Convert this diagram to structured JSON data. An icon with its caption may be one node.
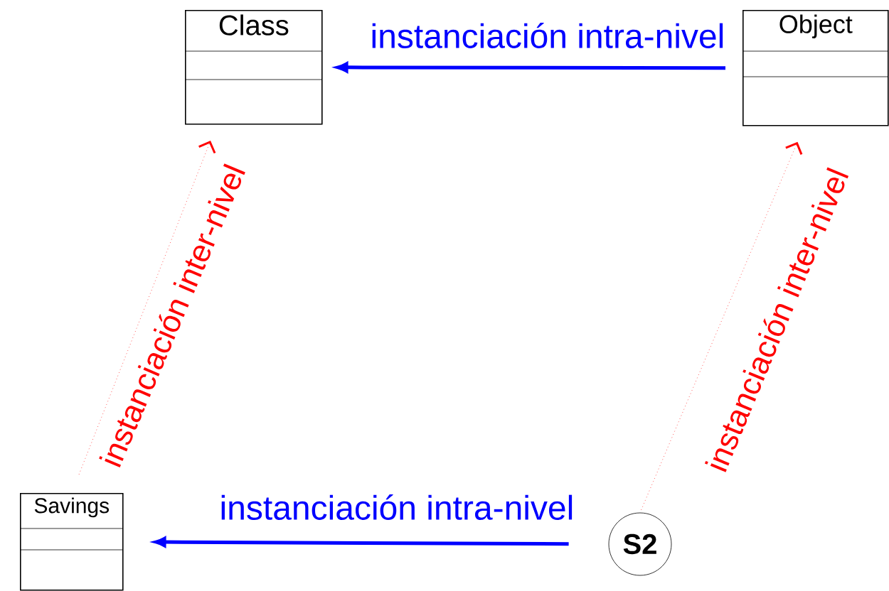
{
  "diagram": {
    "nodes": [
      {
        "text": [
          "Class"
        ]
      },
      {
        "text": [
          "Object"
        ]
      },
      {
        "text": [
          "Savings"
        ]
      },
      {
        "text": [
          "S2"
        ]
      }
    ],
    "edges": [
      {
        "from": 1,
        "to": 0,
        "arrow": "to",
        "label": "instanciación intra-nivel",
        "style": "thick",
        "color": "#0000ff"
      },
      {
        "from": 3,
        "to": 2,
        "arrow": "to",
        "label": "instanciación intra-nivel",
        "style": "thick",
        "color": "#0000ff"
      },
      {
        "from": 2,
        "to": 0,
        "arrow": "to",
        "label": "instanciación inter-nivel",
        "style": "dashed",
        "color": "#ff0000"
      },
      {
        "from": 3,
        "to": 1,
        "arrow": "to",
        "label": "instanciación inter-nivel",
        "style": "dashed",
        "color": "#ff0000"
      }
    ]
  }
}
